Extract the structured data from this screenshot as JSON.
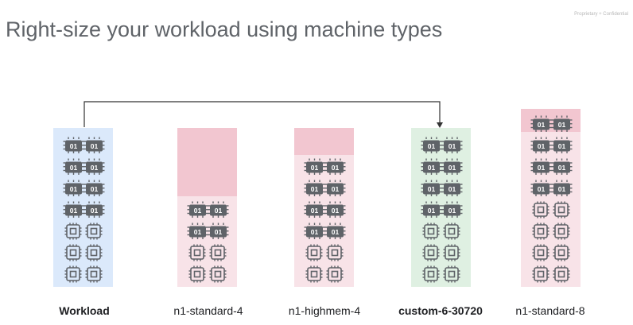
{
  "title": "Right-size your workload using machine types",
  "watermark": "Proprietary + Confidential",
  "colors": {
    "workload_bg": "#dbe9fb",
    "waste_bg": "#f2c6d0",
    "fit_bg": "#f8e3e8",
    "custom_bg": "#dff0e2",
    "chip_fill": "#5f6368",
    "arrow": "#333333",
    "text": "#202124"
  },
  "icons": {
    "memory_chip": "memory-chip-icon",
    "cpu_chip": "cpu-chip-icon"
  },
  "chip_label": "01",
  "machines": [
    {
      "label": "Workload",
      "bold": true,
      "memory_rows": 4,
      "cpu_rows": 3,
      "unused_fraction": 0
    },
    {
      "label": "n1-standard-4",
      "bold": false,
      "memory_rows": 2,
      "cpu_rows": 2,
      "unused_fraction": 0.43
    },
    {
      "label": "n1-highmem-4",
      "bold": false,
      "memory_rows": 4,
      "cpu_rows": 2,
      "unused_fraction": 0.17
    },
    {
      "label": "custom-6-30720",
      "bold": true,
      "memory_rows": 4,
      "cpu_rows": 3,
      "unused_fraction": 0
    },
    {
      "label": "n1-standard-8",
      "bold": false,
      "memory_rows": 4,
      "cpu_rows": 4,
      "unused_fraction": 0.13
    }
  ],
  "connector": {
    "from": "Workload",
    "to": "custom-6-30720"
  }
}
